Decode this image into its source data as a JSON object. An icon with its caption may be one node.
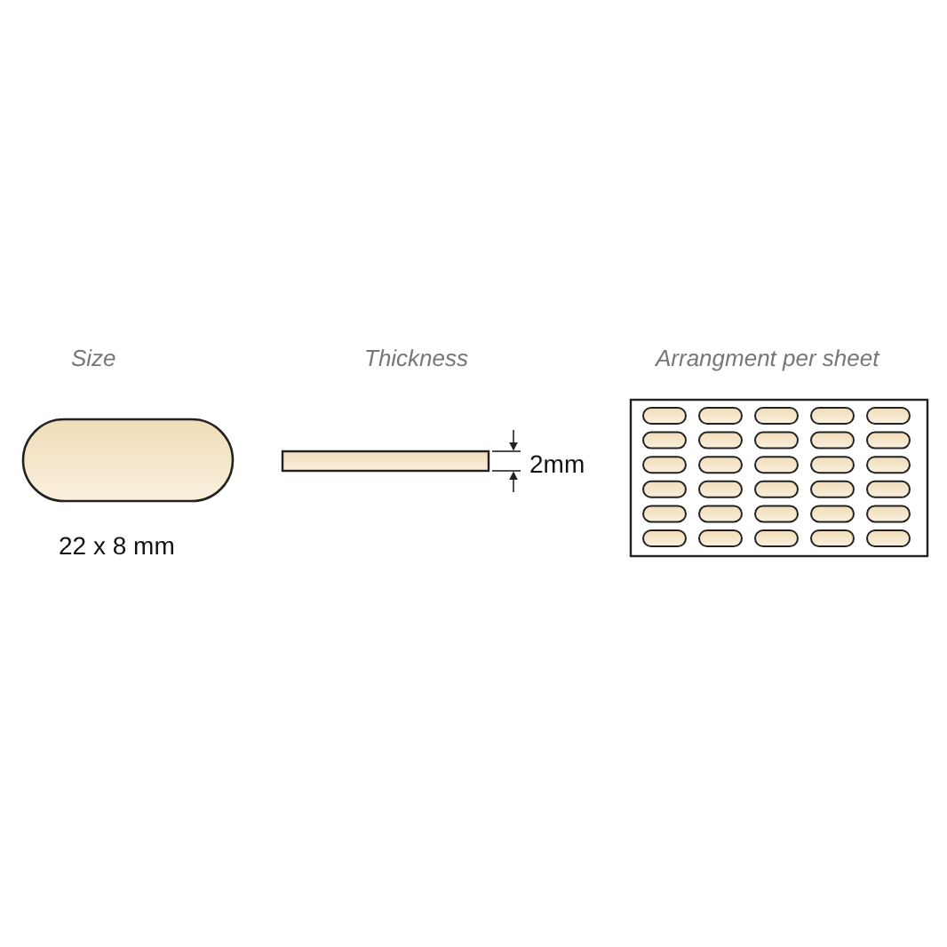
{
  "diagram": {
    "labels": [
      "Size",
      "Thickness",
      "Arrangment per sheet",
      "22 x 8 mm",
      "2mm"
    ]
  }
}
